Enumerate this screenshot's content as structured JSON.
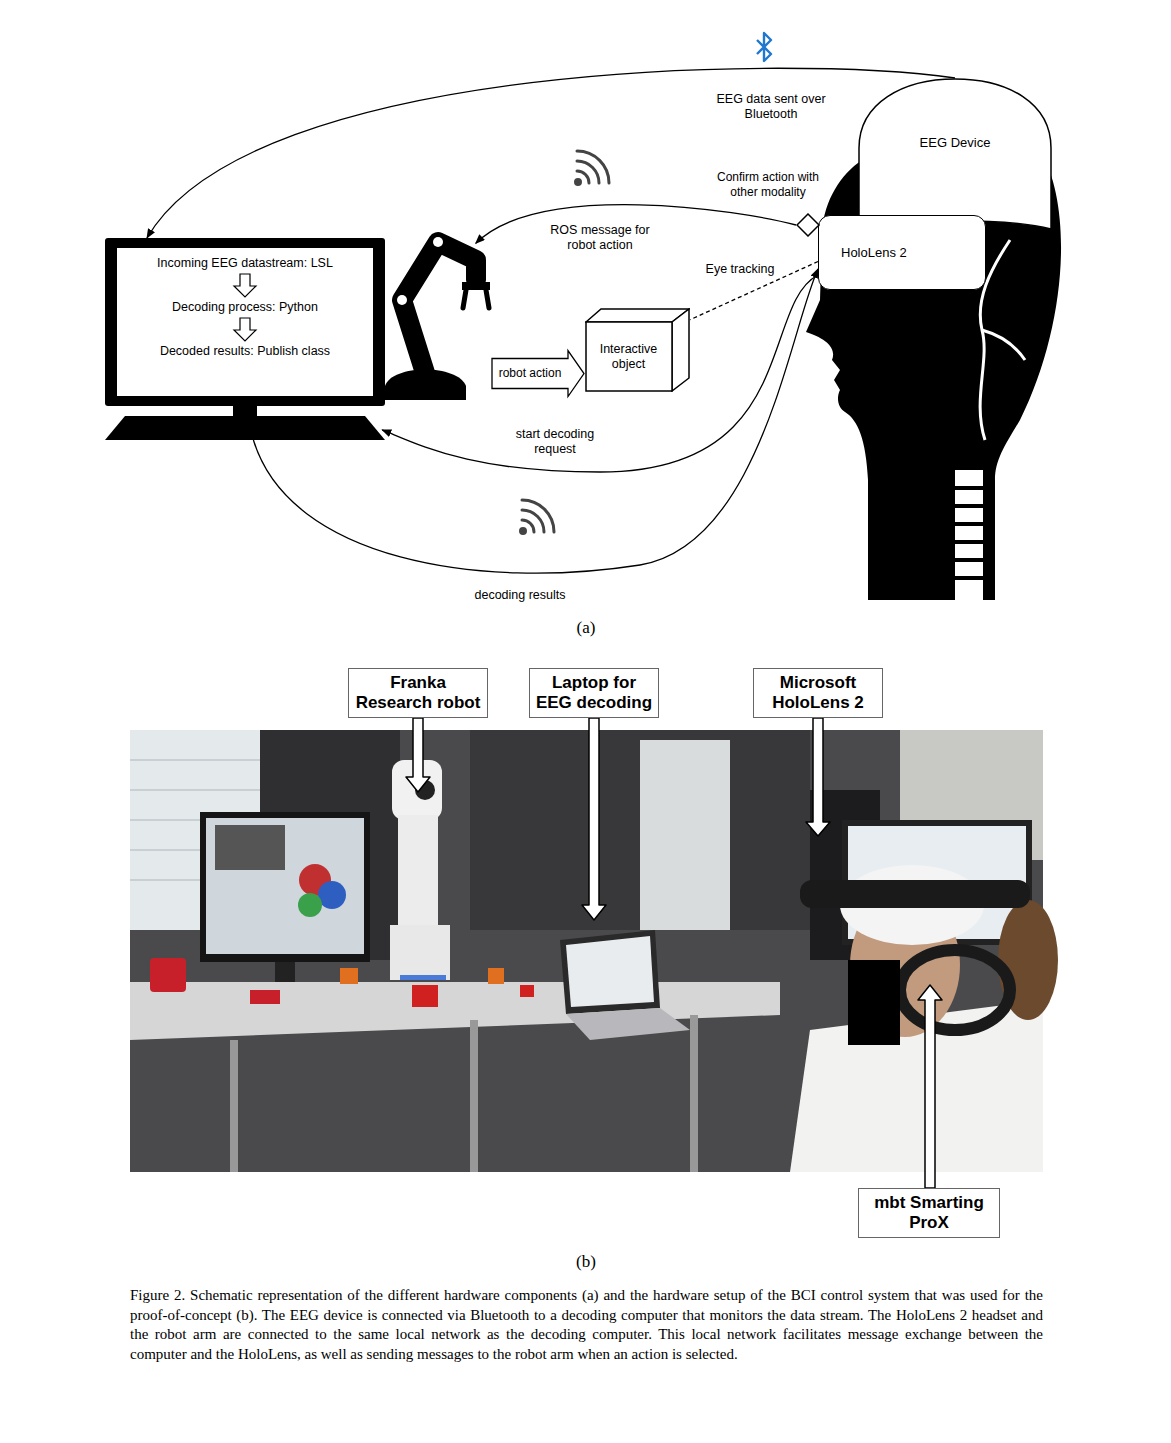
{
  "diagram": {
    "caption": "Figure 2. Schematic representation of the different hardware components (a) and the hardware setup of the BCI control system that was used for the proof-of-concept (b). The EEG device is connected via Bluetooth to a decoding computer that monitors the data stream. The HoloLens 2 headset and the robot arm are connected to the same local network as the decoding computer. This local network facilitates message exchange between the computer and the HoloLens, as well as sending messages to the robot arm when an action is selected.",
    "nodes": [
      {
        "text": []
      },
      {
        "text": [
          "Incoming EEG datastream: LSL"
        ],
        "in": 0
      },
      {
        "text": [
          "Decoding process: Python"
        ],
        "in": 0
      },
      {
        "text": [
          "Decoded results: Publish class"
        ],
        "in": 0
      },
      {
        "text": []
      },
      {
        "text": [
          "Interactive object"
        ]
      },
      {
        "text": [
          "EEG Device"
        ]
      },
      {
        "text": [
          "HoloLens 2"
        ]
      },
      {
        "text": [
          "Confirm action with other modality"
        ]
      },
      {
        "text": [
          "Franka Research robot"
        ]
      },
      {
        "text": [
          "Laptop for EEG decoding"
        ]
      },
      {
        "text": [
          "Microsoft HoloLens 2"
        ]
      },
      {
        "text": [
          "mbt Smarting ProX"
        ]
      }
    ],
    "edges": [
      {
        "from": 6,
        "to": 0,
        "arrow": "to",
        "label": "EEG data sent over Bluetooth"
      },
      {
        "from": 8,
        "to": 4,
        "arrow": "to",
        "label": "ROS message for robot action"
      },
      {
        "from": 4,
        "to": 5,
        "arrow": "to",
        "label": "robot action"
      },
      {
        "from": 7,
        "to": 5,
        "arrow": "none",
        "label": "Eye tracking"
      },
      {
        "from": 7,
        "to": 0,
        "arrow": "to",
        "label": "start decoding request"
      },
      {
        "from": 0,
        "to": 7,
        "arrow": "to",
        "label": "decoding results"
      },
      {
        "from": 1,
        "to": 2,
        "arrow": "to"
      },
      {
        "from": 2,
        "to": 3,
        "arrow": "to"
      }
    ],
    "labels": [
      "(a)",
      "(b)"
    ]
  }
}
